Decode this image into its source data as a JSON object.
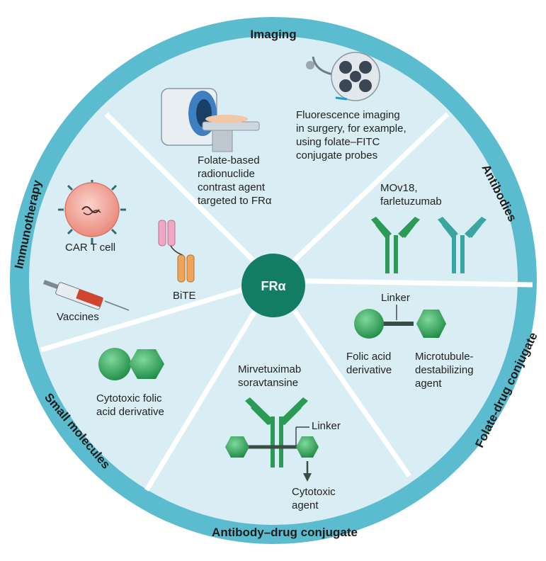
{
  "center": {
    "label": "FRα"
  },
  "sectors": {
    "imaging": "Imaging",
    "antibodies": "Antibodies",
    "folate_drug_conjugate": "Folate-drug conjugate",
    "antibody_drug_conjugate": "Antibody–drug conjugate",
    "small_molecules": "Small molecules",
    "immunotherapy": "Immunotherapy"
  },
  "labels": {
    "folate_contrast": [
      "Folate-based",
      "radionuclide",
      "contrast agent",
      "targeted to FRα"
    ],
    "fluorescence": [
      "Fluorescence imaging",
      "in surgery, for example,",
      "using folate–FITC",
      "conjugate probes"
    ],
    "antibodies": [
      "MOv18,",
      "farletuzumab"
    ],
    "linker_fdc": "Linker",
    "folic_acid": [
      "Folic acid",
      "derivative"
    ],
    "microtubule": [
      "Microtubule-",
      "destabilizing",
      "agent"
    ],
    "adc_name": [
      "Mirvetuximab",
      "soravtansine"
    ],
    "linker_adc": "Linker",
    "cytotoxic_agent": [
      "Cytotoxic",
      "agent"
    ],
    "cytotoxic_folic": [
      "Cytotoxic folic",
      "acid derivative"
    ],
    "car_t": "CAR T cell",
    "bite": "BiTE",
    "vaccines": "Vaccines"
  },
  "colors": {
    "ring": "#5bbccf",
    "disc": "#d9eef4",
    "center": "#137c64",
    "green": "#2a9a55",
    "teal": "#3aa6a0",
    "car": "#f3a49a",
    "bite_pink": "#f0a7c4",
    "bite_orange": "#f0a45a"
  }
}
